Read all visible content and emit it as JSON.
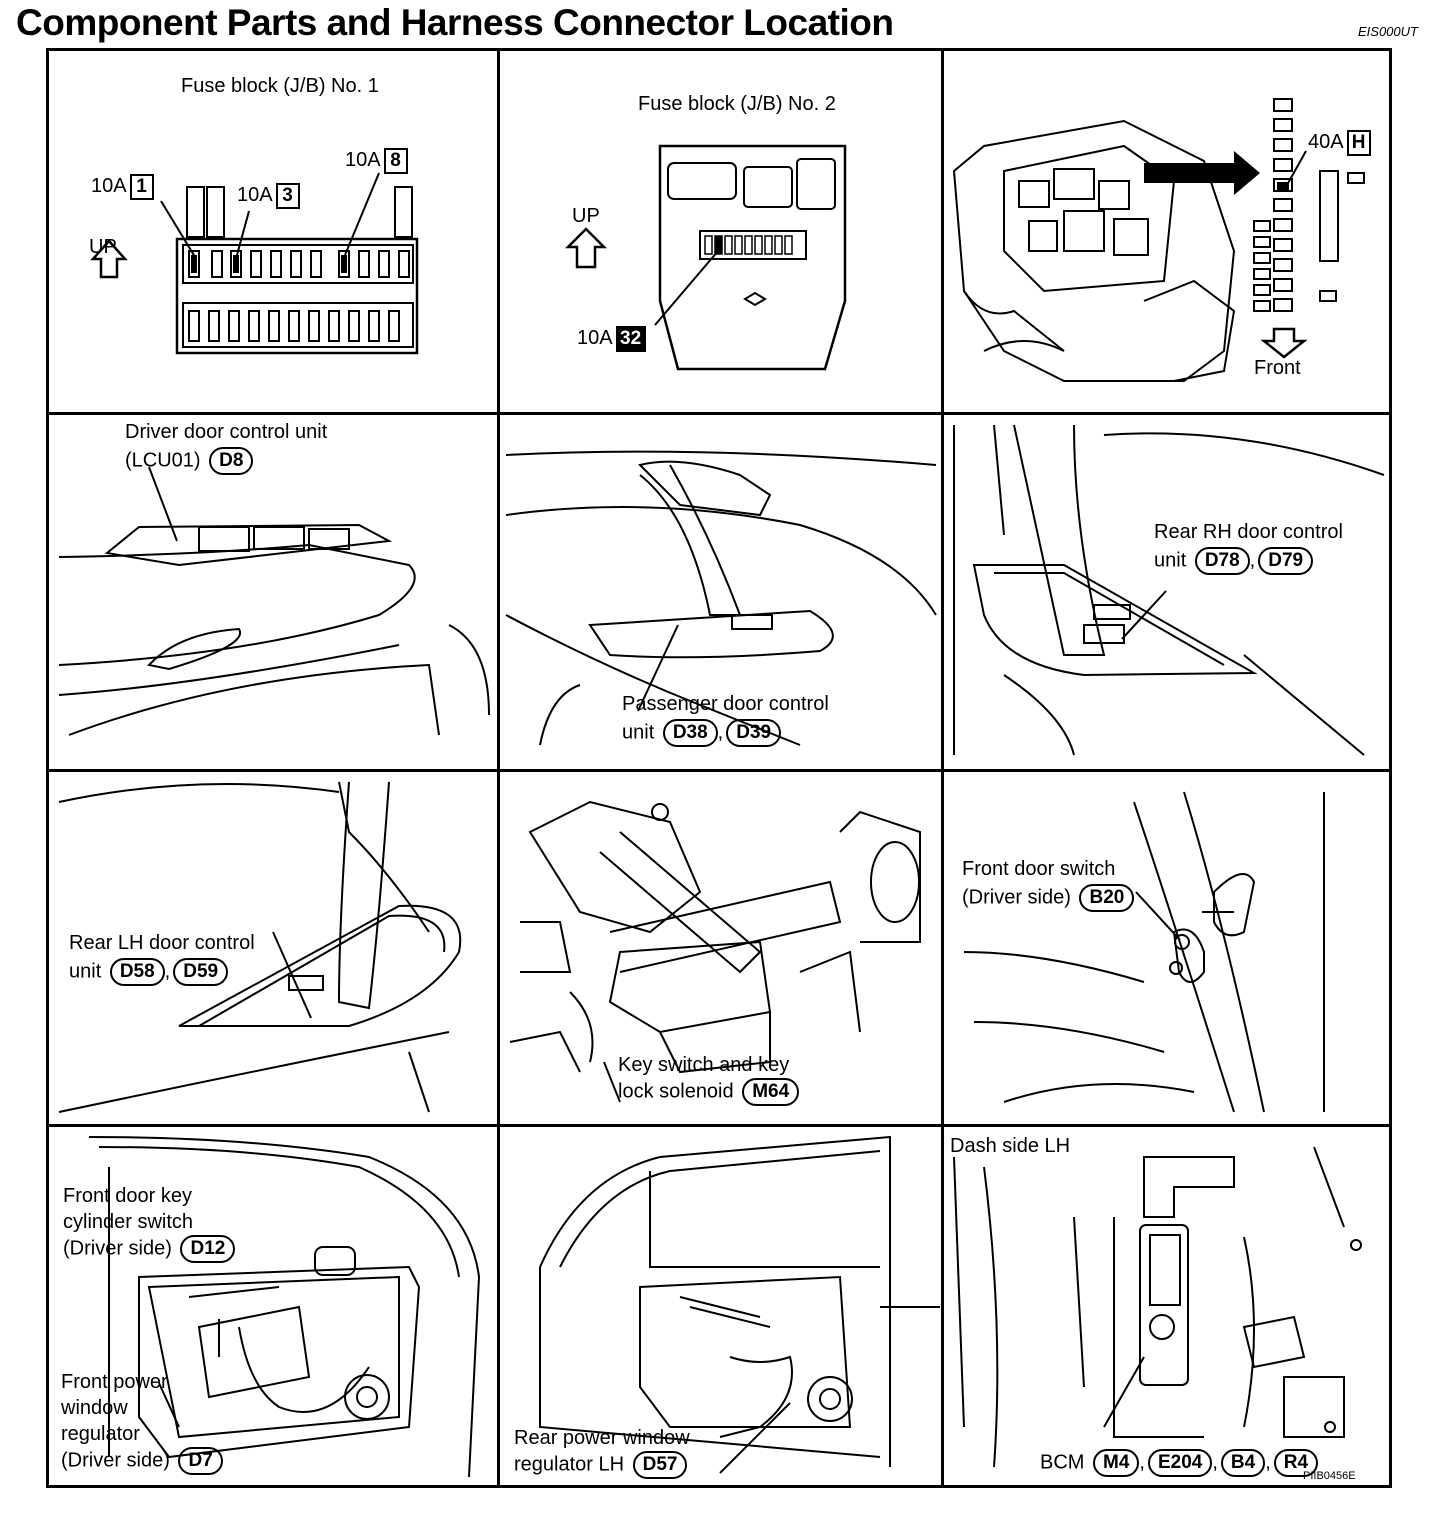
{
  "header": {
    "title": "Component Parts and Harness Connector Location",
    "code": "EIS000UT"
  },
  "cells": {
    "fuse1": {
      "title": "Fuse block (J/B) No. 1",
      "up": "UP",
      "f1_amp": "10A",
      "f1_num": "1",
      "f3_amp": "10A",
      "f3_num": "3",
      "f8_amp": "10A",
      "f8_num": "8"
    },
    "fuse2": {
      "title": "Fuse block (J/B) No. 2",
      "up": "UP",
      "amp": "10A",
      "num": "32"
    },
    "relay": {
      "amp": "40A",
      "letter": "H",
      "front": "Front"
    },
    "driver_door": {
      "label1": "Driver door control unit",
      "label2": "(LCU01)",
      "conn": "D8"
    },
    "pass_door": {
      "label1": "Passenger door control",
      "label2": "unit",
      "conn1": "D38",
      "sep": ",",
      "conn2": "D39"
    },
    "rear_rh": {
      "label1": "Rear RH door control",
      "label2": "unit",
      "conn1": "D78",
      "sep": ",",
      "conn2": "D79"
    },
    "rear_lh": {
      "label1": "Rear LH door control",
      "label2": "unit",
      "conn1": "D58",
      "sep": ",",
      "conn2": "D59"
    },
    "key_switch": {
      "label1": "Key switch and key",
      "label2": "lock solenoid",
      "conn": "M64"
    },
    "door_switch": {
      "label1": "Front door switch",
      "label2": "(Driver side)",
      "conn": "B20"
    },
    "front_door": {
      "key1": "Front door key",
      "key2": "cylinder switch",
      "key3": "(Driver side)",
      "key_conn": "D12",
      "reg1": "Front power",
      "reg2": "window",
      "reg3": "regulator",
      "reg4": "(Driver side)",
      "reg_conn": "D7"
    },
    "rear_door": {
      "label1": "Rear power window",
      "label2": "regulator LH",
      "conn": "D57"
    },
    "dash": {
      "title": "Dash side LH",
      "bcm": "BCM",
      "c1": "M4",
      "c2": "E204",
      "c3": "B4",
      "c4": "R4",
      "sep": ",",
      "code": "PIIB0456E"
    }
  }
}
